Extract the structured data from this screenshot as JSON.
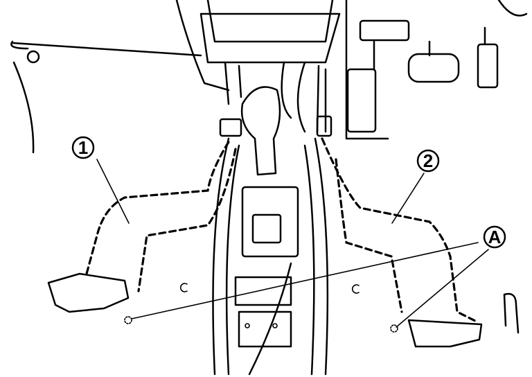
{
  "callouts": {
    "part1": "1",
    "part2": "2",
    "clip": "A"
  }
}
